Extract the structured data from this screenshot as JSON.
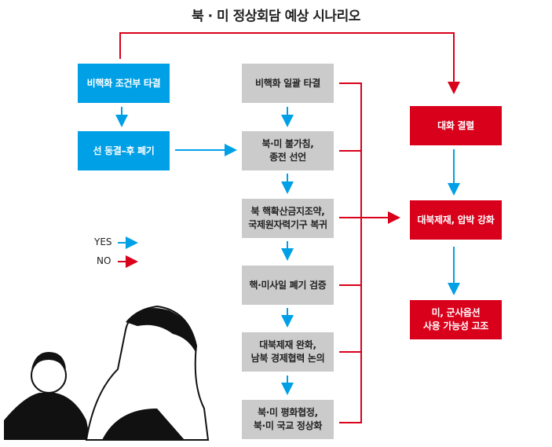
{
  "title": "북 · 미 정상회담 예상 시나리오",
  "yes_path": [
    "비핵화 조건부 타결",
    "선 동결–후 폐기"
  ],
  "main_path": [
    "비핵화 일괄 타결",
    "북·미 불가침,\n종전 선언",
    "북 핵확산금지조약,\n국제원자력기구 복귀",
    "핵·미사일 폐기 검증",
    "대북제재 완화,\n남북 경제협력 논의",
    "북·미 평화협정,\n북·미 국교 정상화"
  ],
  "no_path": [
    "대화 결렬",
    "대북제재, 압박 강화",
    "미, 군사옵션\n사용 가능성 고조"
  ],
  "legend": {
    "yes": "YES",
    "no": "NO"
  },
  "colors": {
    "yes": "#00a0e6",
    "no": "#d9001b",
    "neutral": "#cbcbcb"
  }
}
